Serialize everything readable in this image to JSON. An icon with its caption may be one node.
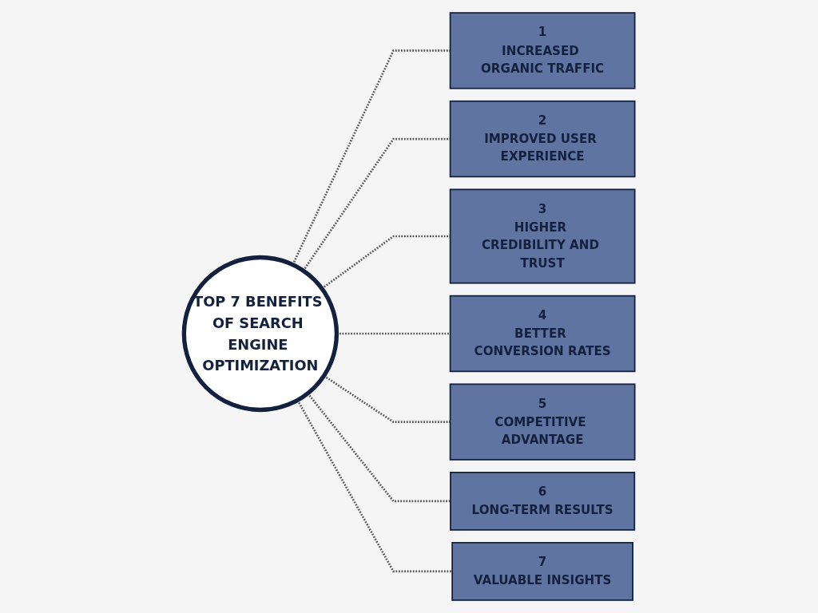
{
  "diagram": {
    "nodes": [
      {
        "text": [
          "TOP 7 BENEFITS OF SEARCH ENGINE OPTIMIZATION"
        ]
      },
      {
        "text": [
          "1",
          "INCREASED ORGANIC TRAFFIC"
        ]
      },
      {
        "text": [
          "2",
          "IMPROVED USER EXPERIENCE"
        ]
      },
      {
        "text": [
          "3",
          "HIGHER CREDIBILITY AND TRUST"
        ]
      },
      {
        "text": [
          "4",
          "BETTER CONVERSION RATES"
        ]
      },
      {
        "text": [
          "5",
          "COMPETITIVE ADVANTAGE"
        ]
      },
      {
        "text": [
          "6",
          "LONG-TERM RESULTS"
        ]
      },
      {
        "text": [
          "7",
          "VALUABLE INSIGHTS"
        ]
      }
    ],
    "edges": [
      {
        "from": 0,
        "to": 1,
        "arrow": "none",
        "style": "dashed"
      },
      {
        "from": 0,
        "to": 2,
        "arrow": "none",
        "style": "dashed"
      },
      {
        "from": 0,
        "to": 3,
        "arrow": "none",
        "style": "dashed"
      },
      {
        "from": 0,
        "to": 4,
        "arrow": "none",
        "style": "dashed"
      },
      {
        "from": 0,
        "to": 5,
        "arrow": "none",
        "style": "dashed"
      },
      {
        "from": 0,
        "to": 6,
        "arrow": "none",
        "style": "dashed"
      },
      {
        "from": 0,
        "to": 7,
        "arrow": "none",
        "style": "dashed"
      }
    ]
  }
}
